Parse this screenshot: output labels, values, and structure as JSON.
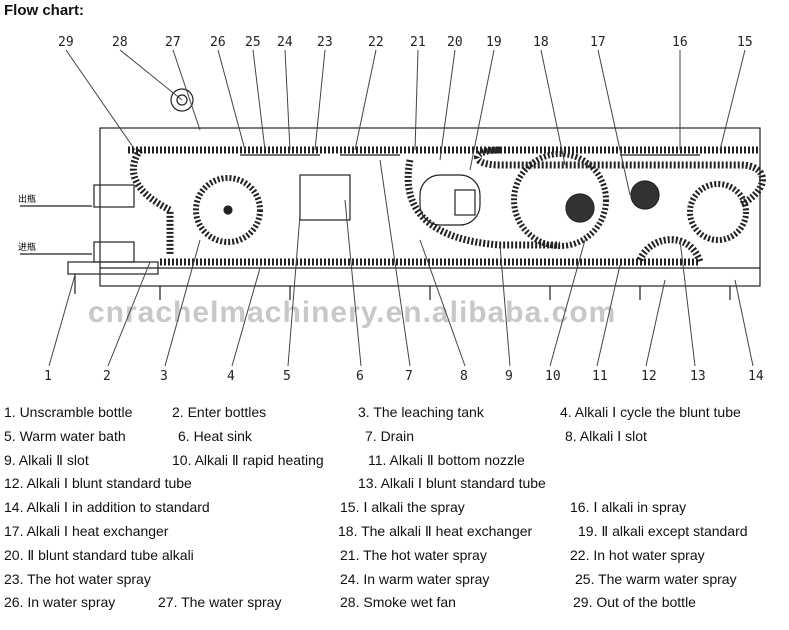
{
  "title": "Flow chart:",
  "watermark": "cnrachelmachinery.en.alibaba.com",
  "side_labels": {
    "out": "出瓶",
    "in": "进瓶"
  },
  "top_numbers": [
    "29",
    "28",
    "27",
    "26",
    "25",
    "24",
    "23",
    "22",
    "21",
    "20",
    "19",
    "18",
    "17",
    "16",
    "15"
  ],
  "bottom_numbers": [
    "1",
    "2",
    "3",
    "4",
    "5",
    "6",
    "7",
    "8",
    "9",
    "10",
    "11",
    "12",
    "13",
    "14"
  ],
  "legend": [
    "1. Unscramble bottle",
    "2. Enter bottles",
    "3. The leaching tank",
    "4. Alkali Ⅰ cycle the blunt tube",
    "5. Warm water bath",
    "6. Heat sink",
    "7. Drain",
    "8. Alkali Ⅰ slot",
    "9. Alkali Ⅱ slot",
    "10. Alkali Ⅱ rapid heating",
    "11. Alkali Ⅱ bottom nozzle",
    "12. Alkali Ⅰ blunt standard tube",
    "13. Alkali Ⅰ blunt standard tube",
    "14. Alkali Ⅰ in addition to standard",
    "15. Ⅰ alkali the spray",
    "16. Ⅰ alkali in spray",
    "17. Alkali Ⅰ heat exchanger",
    "18. The alkali Ⅱ heat exchanger",
    "19. Ⅱ alkali except standard",
    "20. Ⅱ blunt standard tube alkali",
    "21. The hot water spray",
    "22. In hot water spray",
    "23. The hot water spray",
    "24. In warm water spray",
    "25. The warm water spray",
    "26. In water spray",
    "27. The water spray",
    "28. Smoke wet fan",
    "29. Out of the bottle"
  ]
}
